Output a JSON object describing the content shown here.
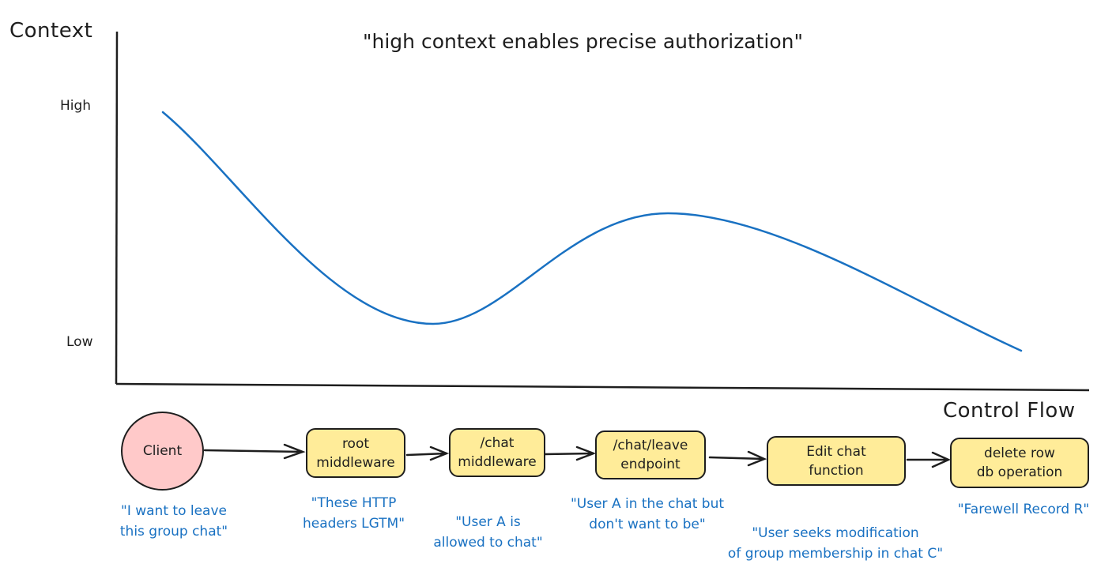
{
  "title": "\"high context enables precise authorization\"",
  "axes": {
    "y_label": "Context",
    "x_label": "Control Flow",
    "y_ticks": {
      "high": "High",
      "low": "Low"
    }
  },
  "colors": {
    "line": "#1971c2",
    "box_fill": "#ffec99",
    "client_fill": "#ffc9c9",
    "stroke": "#1e1e1e",
    "note_text": "#1971c2"
  },
  "chart_data": {
    "type": "line",
    "title": "\"high context enables precise authorization\"",
    "xlabel": "Control Flow",
    "ylabel": "Context",
    "y_tick_labels": [
      "Low",
      "High"
    ],
    "grid": false,
    "legend": null,
    "description": "Qualitative curve: context starts high, dips to low near middleware, rises to a mid-level peak around the endpoint, then declines to low at the db operation.",
    "x": [
      "Client",
      "root middleware",
      "/chat middleware",
      "/chat/leave endpoint",
      "Edit chat function",
      "delete row db operation"
    ],
    "values_relative_0_to_1": [
      0.98,
      0.35,
      0.08,
      0.55,
      0.42,
      0.03
    ]
  },
  "flow": {
    "nodes": [
      {
        "id": "client",
        "label": "Client",
        "shape": "circle"
      },
      {
        "id": "root-middleware",
        "label": "root\nmiddleware",
        "shape": "box"
      },
      {
        "id": "chat-middleware",
        "label": "/chat\nmiddleware",
        "shape": "box"
      },
      {
        "id": "chat-leave-endpoint",
        "label": "/chat/leave\nendpoint",
        "shape": "box"
      },
      {
        "id": "edit-chat-function",
        "label": "Edit chat\nfunction",
        "shape": "box"
      },
      {
        "id": "delete-row-db-operation",
        "label": "delete row\ndb operation",
        "shape": "box"
      }
    ],
    "notes": [
      "\"I want to leave\nthis group chat\"",
      "\"These HTTP\nheaders LGTM\"",
      "\"User A is\nallowed to chat\"",
      "\"User A in the chat but\ndon't want to be\"",
      "\"User seeks modification\nof group membership in chat C\"",
      "\"Farewell Record R\""
    ]
  }
}
